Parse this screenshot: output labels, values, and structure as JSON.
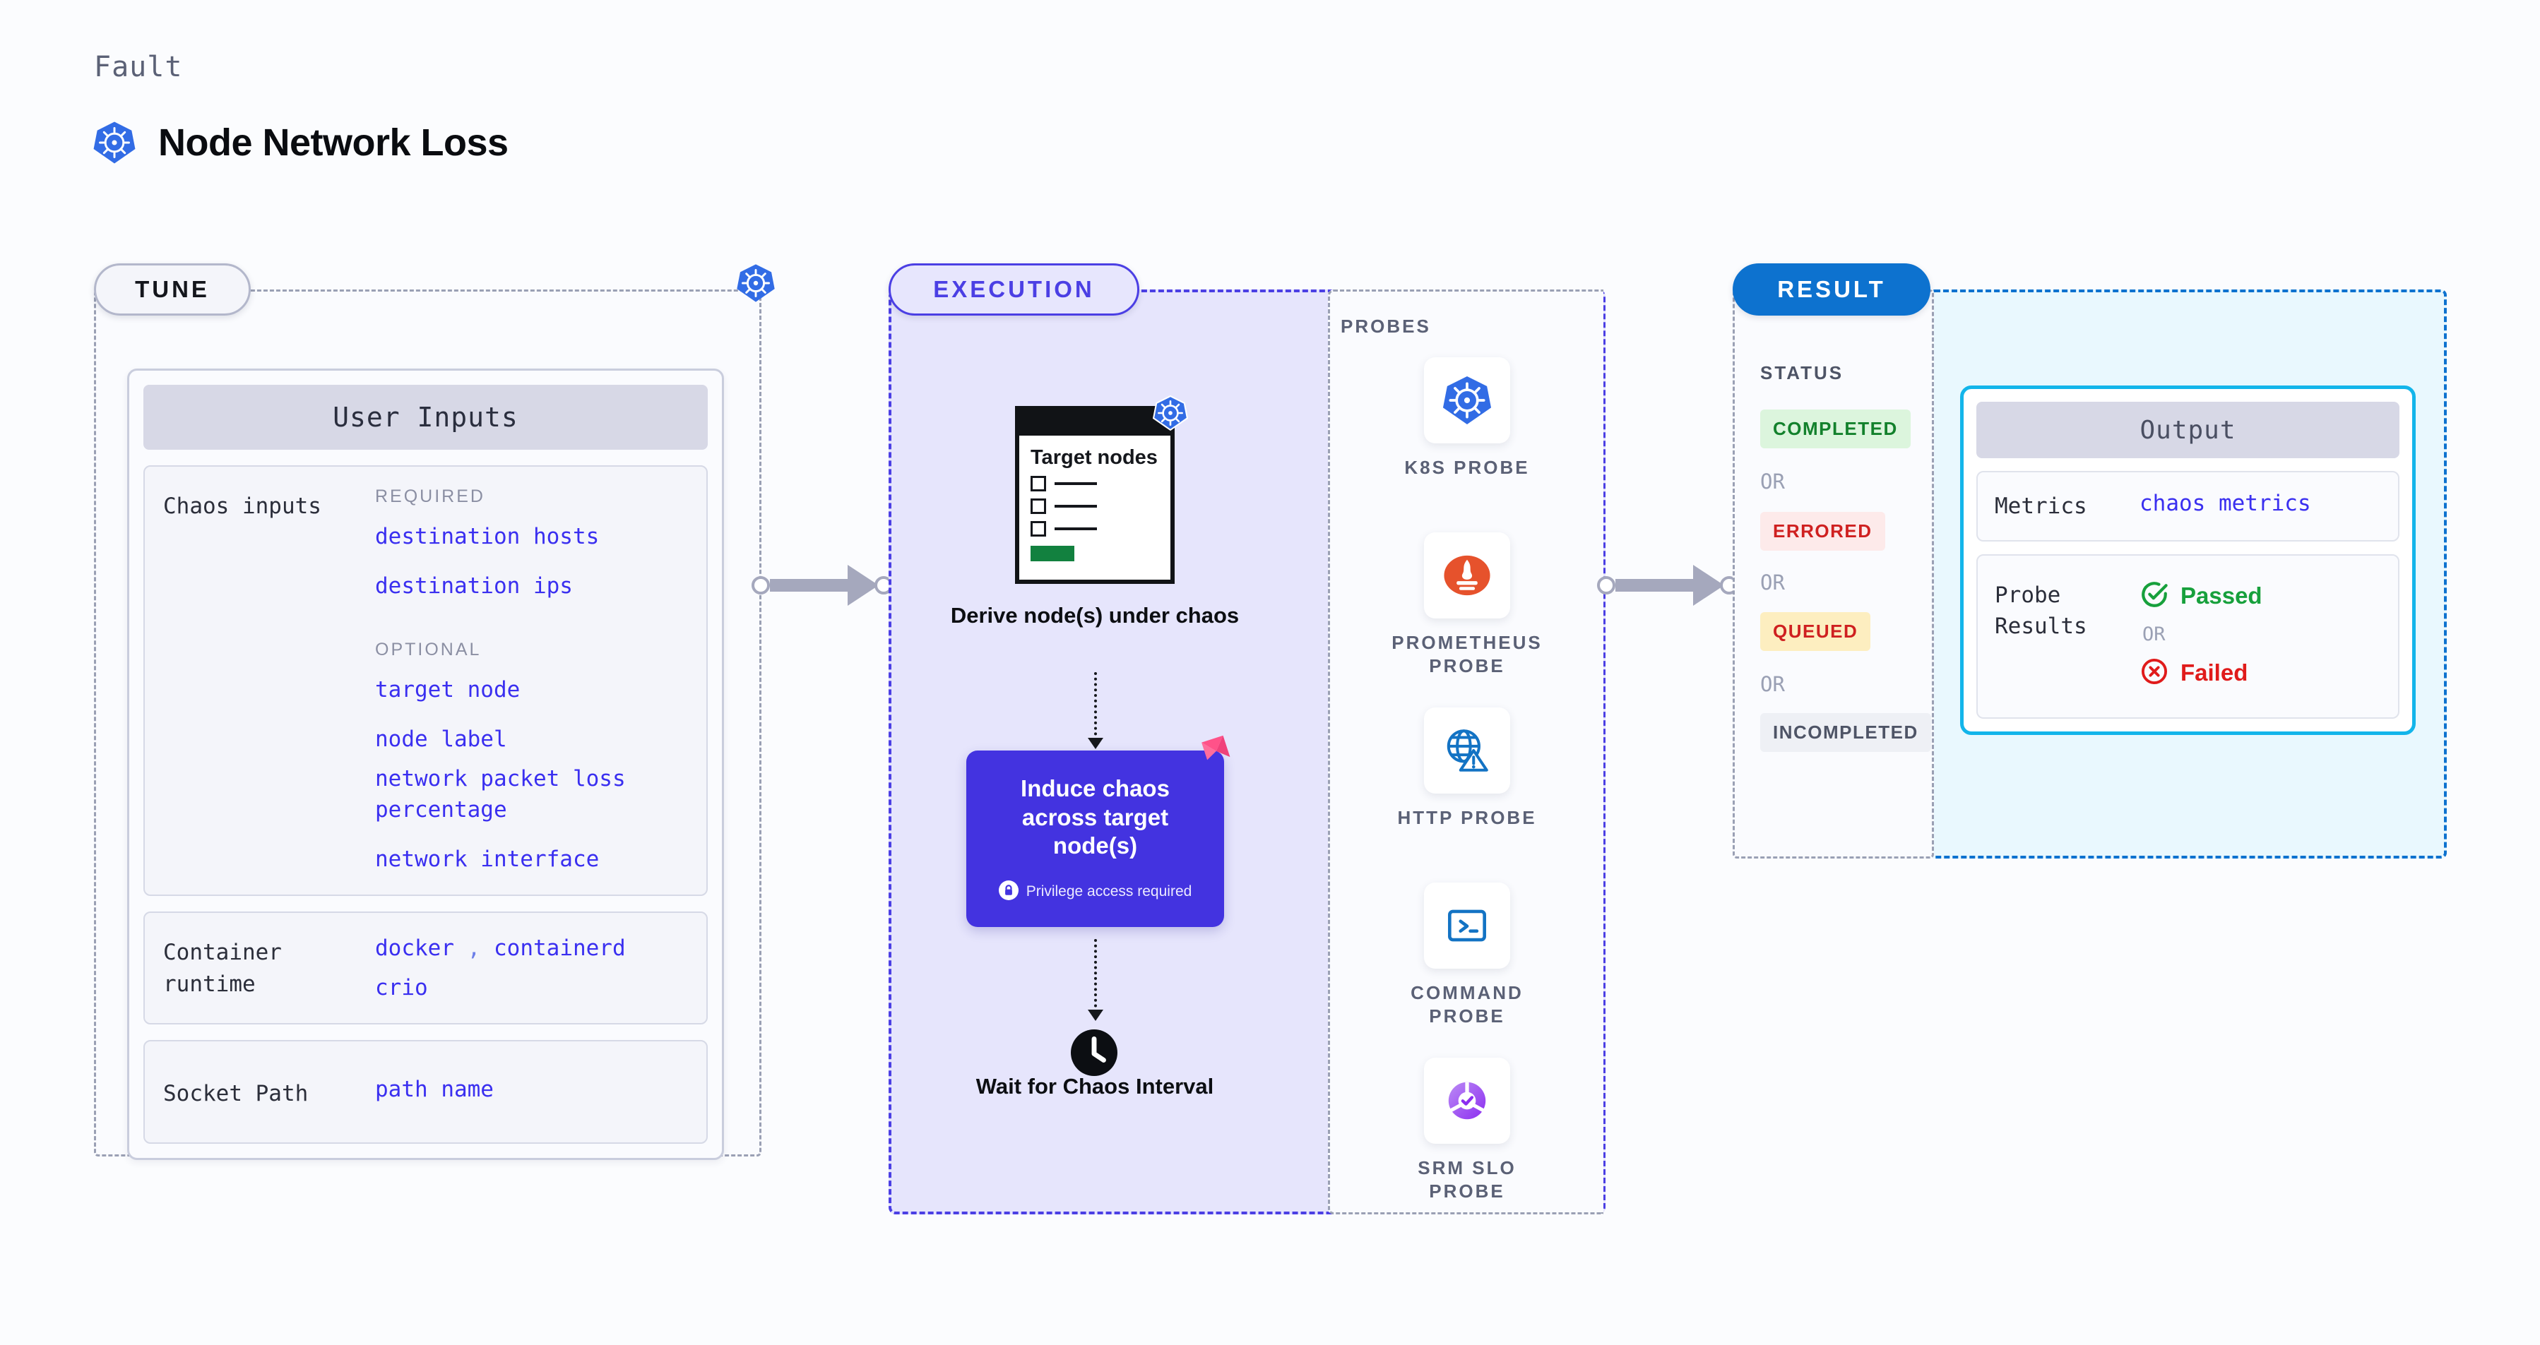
{
  "header": {
    "eyebrow": "Fault",
    "title": "Node Network Loss",
    "icon": "kubernetes-icon"
  },
  "tune": {
    "badge": "TUNE",
    "border_icon": "kubernetes-icon",
    "card_title": "User Inputs",
    "rows": [
      {
        "label": "Chaos inputs",
        "groups": [
          {
            "caption": "REQUIRED",
            "values": [
              "destination hosts",
              "destination ips"
            ]
          },
          {
            "caption": "OPTIONAL",
            "values": [
              "target node",
              "node label",
              "network packet loss percentage",
              "network interface"
            ]
          }
        ]
      },
      {
        "label": "Container runtime",
        "values_line1": [
          "docker",
          "containerd"
        ],
        "separator": ",",
        "values_line2": [
          "crio"
        ]
      },
      {
        "label": "Socket Path",
        "values": [
          "path name"
        ]
      }
    ]
  },
  "execution": {
    "badge": "EXECUTION",
    "nodes": [
      {
        "title": "Target nodes",
        "icon": "kubernetes-icon",
        "caption": "Derive node(s) under chaos"
      },
      {
        "title": "Induce chaos across target node(s)",
        "privilege_note": "Privilege access required",
        "privilege_icon": "lock-icon",
        "brand_icon": "litmus-icon"
      },
      {
        "icon": "clock-icon",
        "caption": "Wait for Chaos Interval"
      }
    ]
  },
  "probes": {
    "title": "PROBES",
    "items": [
      {
        "label": "K8S PROBE",
        "icon": "kubernetes-icon"
      },
      {
        "label": "PROMETHEUS PROBE",
        "icon": "prometheus-icon"
      },
      {
        "label": "HTTP PROBE",
        "icon": "globe-warning-icon"
      },
      {
        "label": "COMMAND PROBE",
        "icon": "terminal-icon"
      },
      {
        "label": "SRM SLO PROBE",
        "icon": "srm-slo-icon"
      }
    ]
  },
  "result": {
    "badge": "RESULT",
    "status_caption": "STATUS",
    "or_label": "OR",
    "statuses": [
      {
        "label": "COMPLETED",
        "color": "#13812c",
        "bg": "#dcf5dd"
      },
      {
        "label": "ERRORED",
        "color": "#cf2020",
        "bg": "#fdeaea"
      },
      {
        "label": "QUEUED",
        "color": "#cf2020",
        "bg": "#fdeec0"
      },
      {
        "label": "INCOMPLETED",
        "color": "#4e5466",
        "bg": "#eef0f5"
      }
    ]
  },
  "output": {
    "card_title": "Output",
    "rows": [
      {
        "label": "Metrics",
        "value": "chaos metrics"
      },
      {
        "label": "Probe Results",
        "pass": "Passed",
        "or_label": "OR",
        "fail": "Failed",
        "pass_icon": "check-circle-icon",
        "fail_icon": "x-circle-icon"
      }
    ]
  },
  "colors": {
    "kubernetes_blue": "#326ce5",
    "accent_purple": "#4333e0",
    "link_blue": "#3a2ff0",
    "result_blue": "#0d72cf",
    "output_cyan": "#13b5ea",
    "litmus_pink": "#ff5289",
    "pass_green": "#17a03c",
    "fail_red": "#e01b1b"
  }
}
